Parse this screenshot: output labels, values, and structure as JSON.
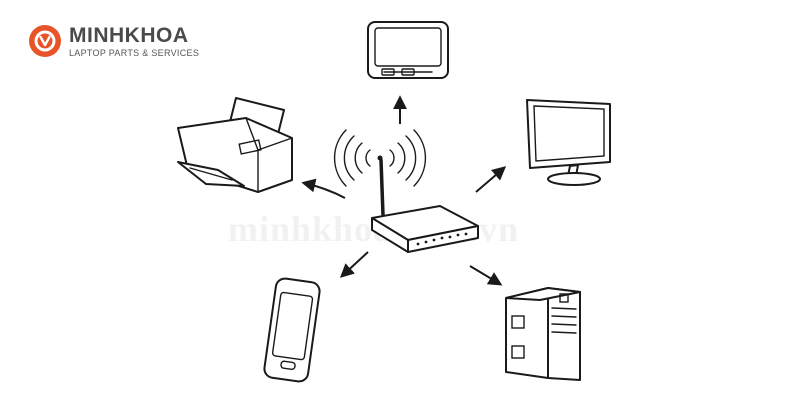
{
  "brand": {
    "name": "MINHKHOA",
    "tagline": "LAPTOP PARTS & SERVICES",
    "accent_color": "#e8542a",
    "watermark": "minhkhoa.com.vn"
  },
  "diagram": {
    "center": "wifi-router",
    "devices": [
      "tablet",
      "printer",
      "monitor",
      "smartphone",
      "desktop-tower"
    ],
    "connections": [
      {
        "from": "wifi-router",
        "to": "tablet"
      },
      {
        "from": "wifi-router",
        "to": "printer"
      },
      {
        "from": "wifi-router",
        "to": "monitor"
      },
      {
        "from": "wifi-router",
        "to": "smartphone"
      },
      {
        "from": "wifi-router",
        "to": "desktop-tower"
      }
    ]
  }
}
